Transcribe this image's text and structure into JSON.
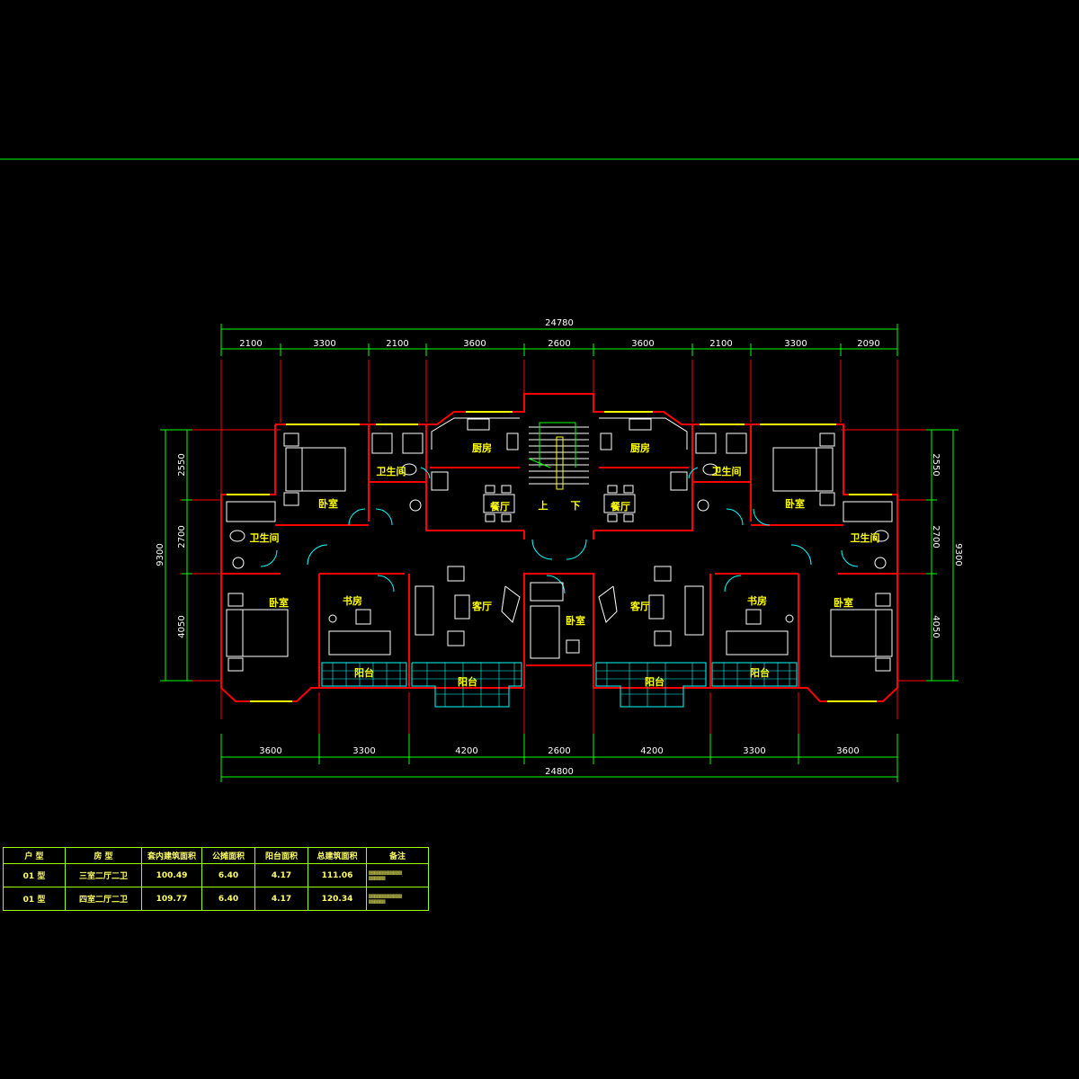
{
  "colors": {
    "background": "#000000",
    "grid": "#00ff00",
    "wall": "#ff0000",
    "furniture": "#ffffff",
    "label": "#ffff00",
    "balcony": "#00ffff",
    "frame": "#9bff00"
  },
  "dims": {
    "top_total": "24780",
    "top_segments": [
      "2100",
      "3300",
      "2100",
      "3600",
      "2600",
      "3600",
      "2100",
      "3300",
      "2090"
    ],
    "bottom_segments": [
      "3600",
      "3300",
      "4200",
      "2600",
      "4200",
      "3300",
      "3600"
    ],
    "bottom_total": "24800",
    "left_segments": [
      "2550",
      "2700",
      "4050"
    ],
    "left_total": "9300",
    "right_segments": [
      "2550",
      "2700",
      "4050"
    ],
    "right_total": "9300"
  },
  "rooms": {
    "kitchen": "厨房",
    "bathroom": "卫生间",
    "bedroom": "卧室",
    "dining": "餐厅",
    "living": "客厅",
    "study": "书房",
    "balcony": "阳台",
    "stair_up": "上",
    "stair_down": "下"
  },
  "area_table": {
    "headers": [
      "户 型",
      "房 型",
      "套内建筑面积",
      "公摊面积",
      "阳台面积",
      "总建筑面积",
      "备注"
    ],
    "rows": [
      {
        "type": "01 型",
        "layout": "三室二厅二卫",
        "inner": "100.49",
        "shared": "6.40",
        "balcony": "4.17",
        "total": "111.06"
      },
      {
        "type": "01 型",
        "layout": "四室二厅二卫",
        "inner": "109.77",
        "shared": "6.40",
        "balcony": "4.17",
        "total": "120.34"
      }
    ]
  }
}
